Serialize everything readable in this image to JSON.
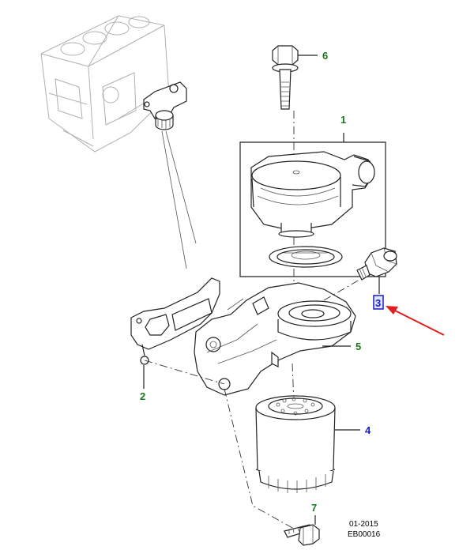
{
  "callouts": [
    {
      "id": "1",
      "color": "#1a7a1a"
    },
    {
      "id": "2",
      "color": "#1a7a1a"
    },
    {
      "id": "3",
      "color": "#1a1acc",
      "highlighted": true
    },
    {
      "id": "4",
      "color": "#1a1acc"
    },
    {
      "id": "5",
      "color": "#1a7a1a"
    },
    {
      "id": "6",
      "color": "#1a7a1a"
    },
    {
      "id": "7",
      "color": "#1a7a1a"
    }
  ],
  "highlight_color": "#1a1acc",
  "highlight_fill": "#dfe8ff",
  "arrow_color": "#e02020",
  "footer": {
    "date": "01-2015",
    "code": "EB00016"
  }
}
